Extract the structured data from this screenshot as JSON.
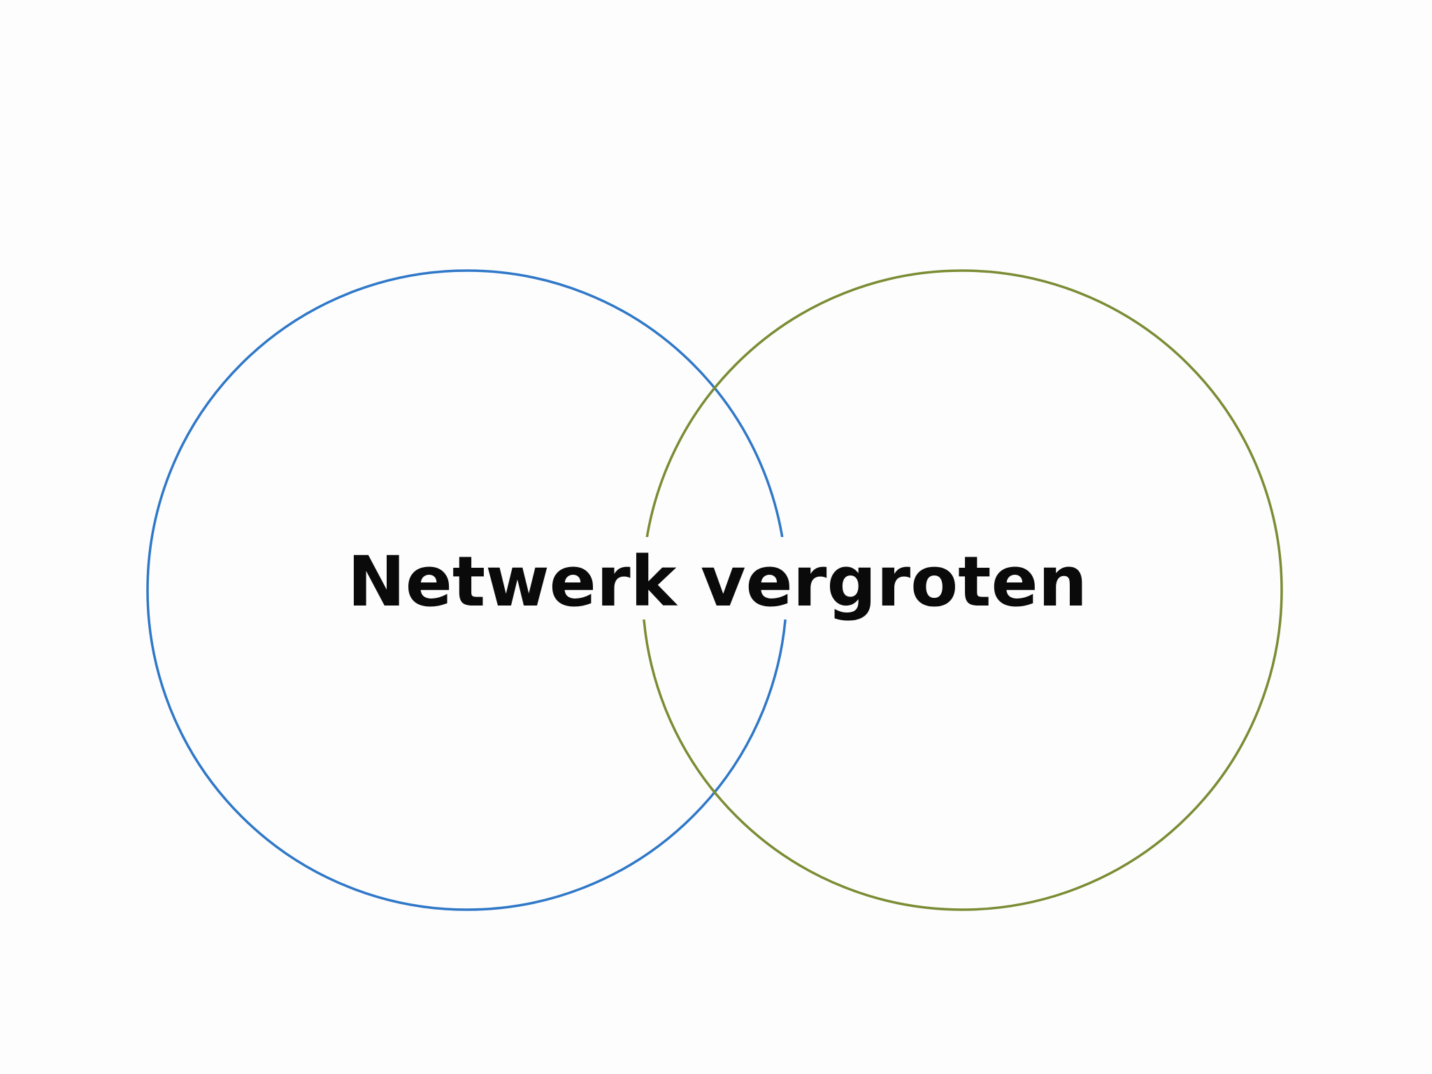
{
  "diagram": {
    "type": "venn",
    "center_label": "Netwerk vergroten",
    "circles": [
      {
        "id": "left",
        "stroke_color": "#2f78c8"
      },
      {
        "id": "right",
        "stroke_color": "#7a8c34"
      }
    ],
    "background_color": "#fdfdfd",
    "text_color": "#0a0a0a"
  }
}
